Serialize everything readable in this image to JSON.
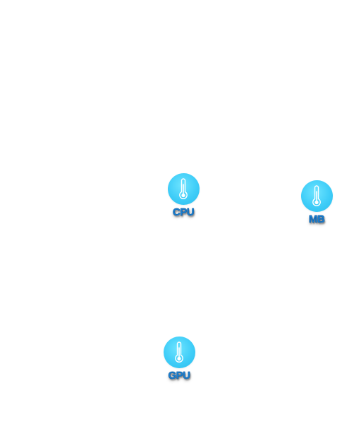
{
  "colors": {
    "button_fill": "#3fcdf8",
    "label_color": "#1a7fd0",
    "background": "#ffffff"
  },
  "sensors": [
    {
      "id": "cpu",
      "label": "CPU",
      "icon": "thermometer-icon"
    },
    {
      "id": "mb",
      "label": "MB",
      "icon": "thermometer-icon"
    },
    {
      "id": "gpu",
      "label": "GPU",
      "icon": "thermometer-icon"
    }
  ]
}
